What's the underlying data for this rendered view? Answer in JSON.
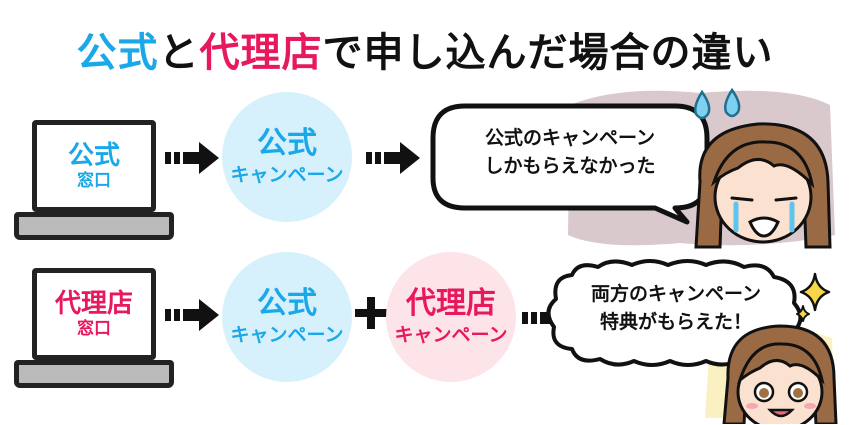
{
  "title": {
    "part1": "公式",
    "part2": "と",
    "part3": "代理店",
    "part4": "で申し込んだ場合の違い"
  },
  "rows": [
    {
      "laptop": {
        "line1": "公式",
        "line2": "窓口",
        "color": "#1aa8e8"
      },
      "campaigns": [
        {
          "line1": "公式",
          "line2": "キャンペーン",
          "color": "#1aa8e8"
        }
      ],
      "bubble": {
        "line1": "公式のキャンペーン",
        "line2": "しかもらえなかった"
      }
    },
    {
      "laptop": {
        "line1": "代理店",
        "line2": "窓口",
        "color": "#e8185c"
      },
      "campaigns": [
        {
          "line1": "公式",
          "line2": "キャンペーン",
          "color": "#1aa8e8"
        },
        {
          "line1": "代理店",
          "line2": "キャンペーン",
          "color": "#e8185c"
        }
      ],
      "bubble": {
        "line1": "両方のキャンペーン",
        "line2": "特典がもらえた！"
      }
    }
  ],
  "colors": {
    "official": "#1aa8e8",
    "agency": "#e8185c",
    "official_bg": "#d6f1fb",
    "agency_bg": "#fde4e8"
  }
}
